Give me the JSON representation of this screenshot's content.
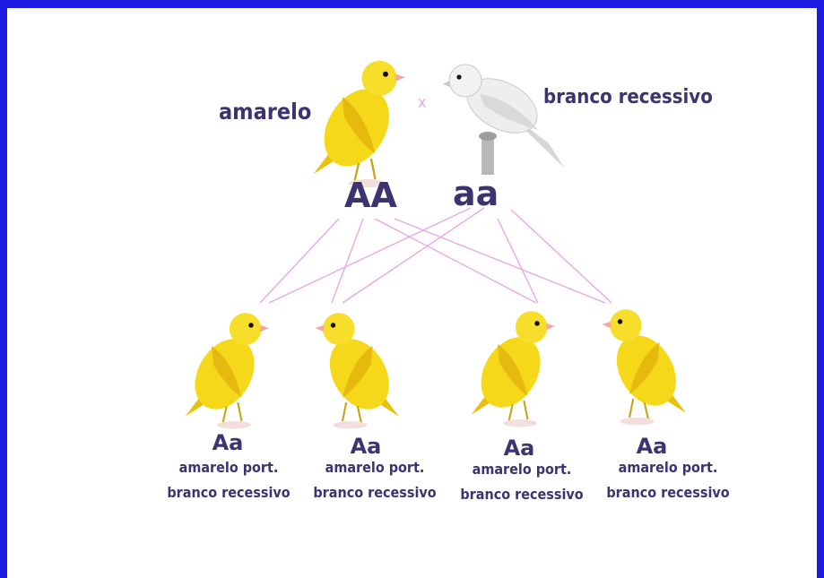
{
  "parents": {
    "left_label": "amarelo",
    "right_label": "branco recessivo",
    "cross_symbol": "x",
    "left_genotype": "AA",
    "right_genotype": "aa"
  },
  "offspring": [
    {
      "genotype": "Aa",
      "line1": "amarelo port.",
      "line2": "branco recessivo"
    },
    {
      "genotype": "Aa",
      "line1": "amarelo port.",
      "line2": "branco recessivo"
    },
    {
      "genotype": "Aa",
      "line1": "amarelo port.",
      "line2": "branco recessivo"
    },
    {
      "genotype": "Aa",
      "line1": "amarelo port.",
      "line2": "branco recessivo"
    }
  ],
  "colors": {
    "background_border": "#1a1ae0",
    "text": "#3b3470",
    "lines": "#e6a8e8",
    "yellow_bird": "#f5d81a",
    "white_bird": "#e9e9e9"
  }
}
